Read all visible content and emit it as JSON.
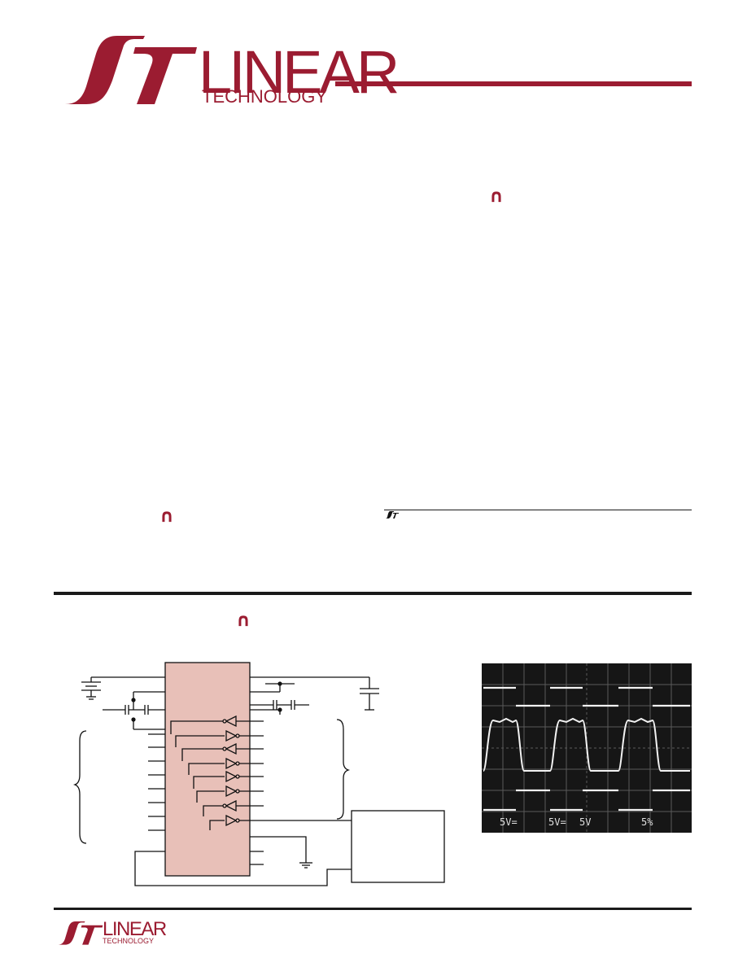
{
  "header": {
    "brand_line1": "LINEAR",
    "brand_line2": "TECHNOLOGY"
  },
  "glyphs": {
    "features_mark": "∩",
    "applications_mark": "∩",
    "typical_application_mark": "∩"
  },
  "footer": {
    "brand_line1": "LINEAR",
    "brand_line2": "TECHNOLOGY"
  },
  "scope": {
    "readout": [
      "5V=",
      "5V=",
      "5V",
      "5%"
    ]
  },
  "colors": {
    "brand": "#9b1c31",
    "ic_fill": "#e8c0b8",
    "scope_bg": "#161616",
    "trace": "#f2f2f2"
  }
}
